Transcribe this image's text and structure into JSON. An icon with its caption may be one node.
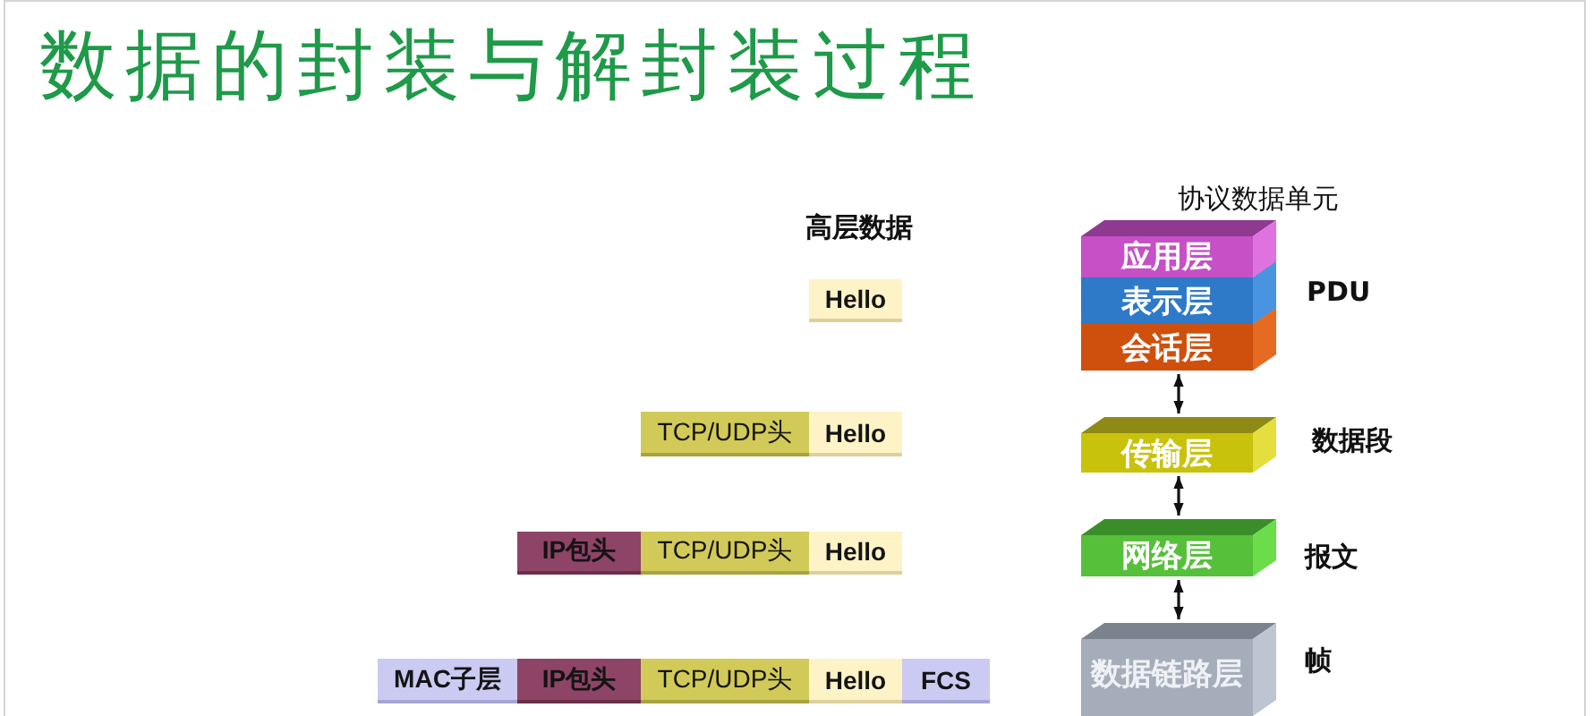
{
  "diagram": {
    "title": "数据的封装与解封装过程",
    "nodes": [
      {
        "text": [
          "Hello"
        ]
      },
      {
        "text": [
          "TCP/UDP头"
        ]
      },
      {
        "text": [
          "Hello"
        ]
      },
      {
        "text": [
          "IP包头"
        ]
      },
      {
        "text": [
          "TCP/UDP头"
        ]
      },
      {
        "text": [
          "Hello"
        ]
      },
      {
        "text": [
          "MAC子层"
        ]
      },
      {
        "text": [
          "IP包头"
        ]
      },
      {
        "text": [
          "TCP/UDP头"
        ]
      },
      {
        "text": [
          "Hello"
        ]
      },
      {
        "text": [
          "FCS"
        ]
      },
      {
        "text": [
          "应用层"
        ]
      },
      {
        "text": [
          "表示层"
        ],
        "beside": [
          "PDU"
        ]
      },
      {
        "text": [
          "会话层"
        ]
      },
      {
        "text": [
          "传输层"
        ],
        "beside": [
          "数据段"
        ]
      },
      {
        "text": [
          "网络层"
        ],
        "beside": [
          "报文"
        ]
      },
      {
        "text": [
          "数据链路层"
        ],
        "beside": [
          "帧"
        ]
      }
    ],
    "edges": [
      {
        "from": 13,
        "to": 14,
        "arrow": "both"
      },
      {
        "from": 14,
        "to": 15,
        "arrow": "both"
      },
      {
        "from": 15,
        "to": 16,
        "arrow": "both"
      }
    ],
    "labels": [
      "协议数据单元",
      "高层数据"
    ]
  }
}
